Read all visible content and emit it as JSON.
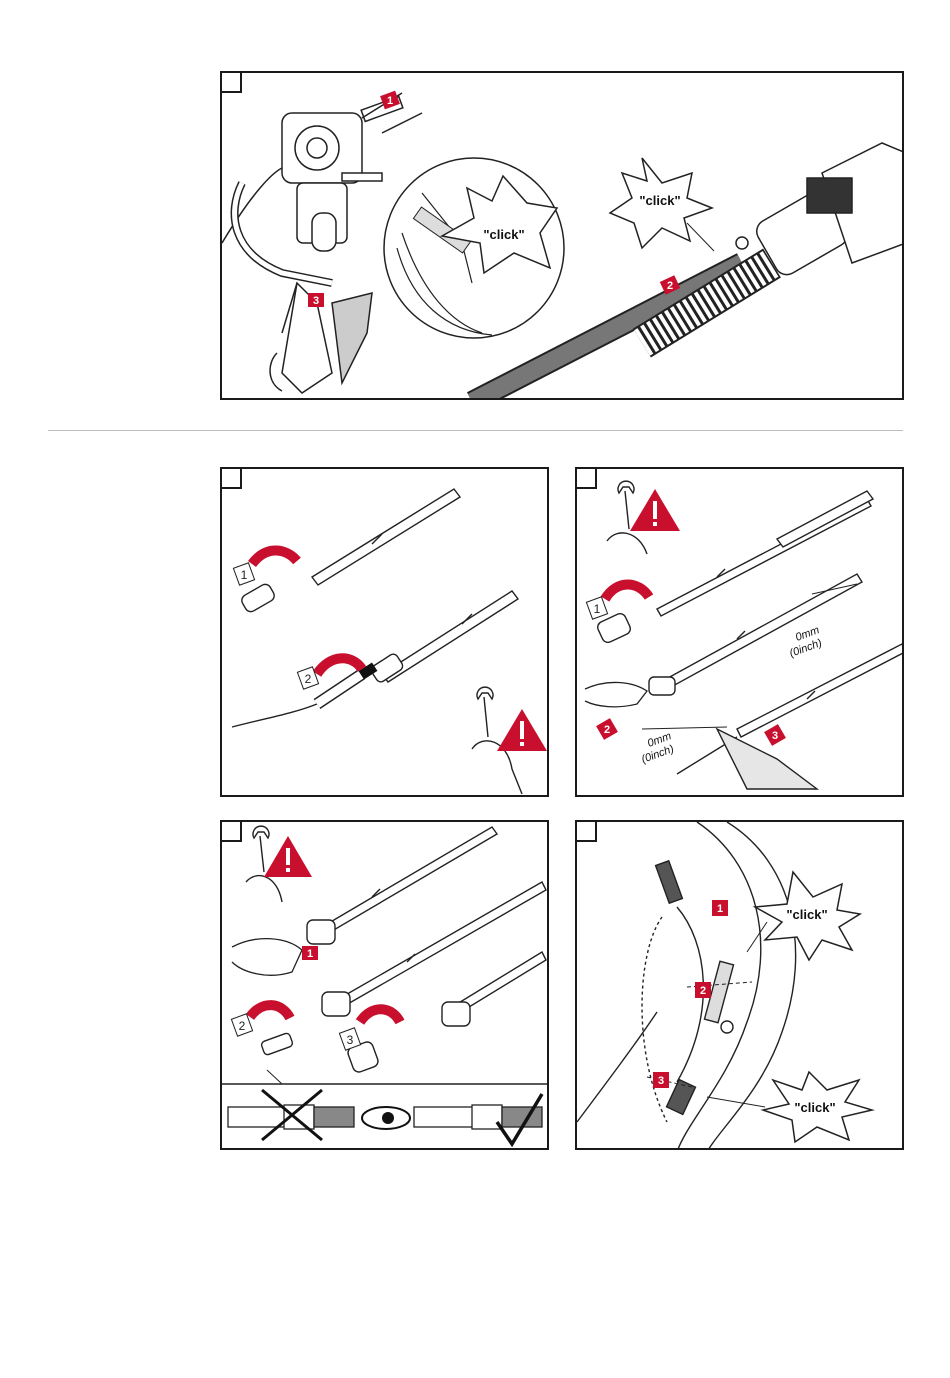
{
  "colors": {
    "accent_red": "#c8102e",
    "line": "#1a1a1a",
    "divider": "#bdbdbd"
  },
  "panel_top": {
    "callout_1": "\"click\"",
    "callout_2": "\"click\"",
    "steps": [
      "1",
      "2",
      "3"
    ]
  },
  "panel_a": {
    "steps": [
      "1",
      "2"
    ],
    "icons": [
      "wrench-icon",
      "warning-icon"
    ]
  },
  "panel_b": {
    "steps": [
      "1",
      "2",
      "3"
    ],
    "dim_1_mm": "0mm",
    "dim_1_in": "(0inch)",
    "dim_2_mm": "0mm",
    "dim_2_in": "(0inch)",
    "icons": [
      "wrench-icon",
      "warning-icon"
    ]
  },
  "panel_c": {
    "steps": [
      "1",
      "2",
      "3"
    ],
    "icons": [
      "wrench-icon",
      "warning-icon",
      "eye-icon",
      "cross-icon",
      "checkmark-icon"
    ]
  },
  "panel_d": {
    "callout_1": "\"click\"",
    "callout_2": "\"click\"",
    "steps": [
      "1",
      "2",
      "3"
    ]
  }
}
